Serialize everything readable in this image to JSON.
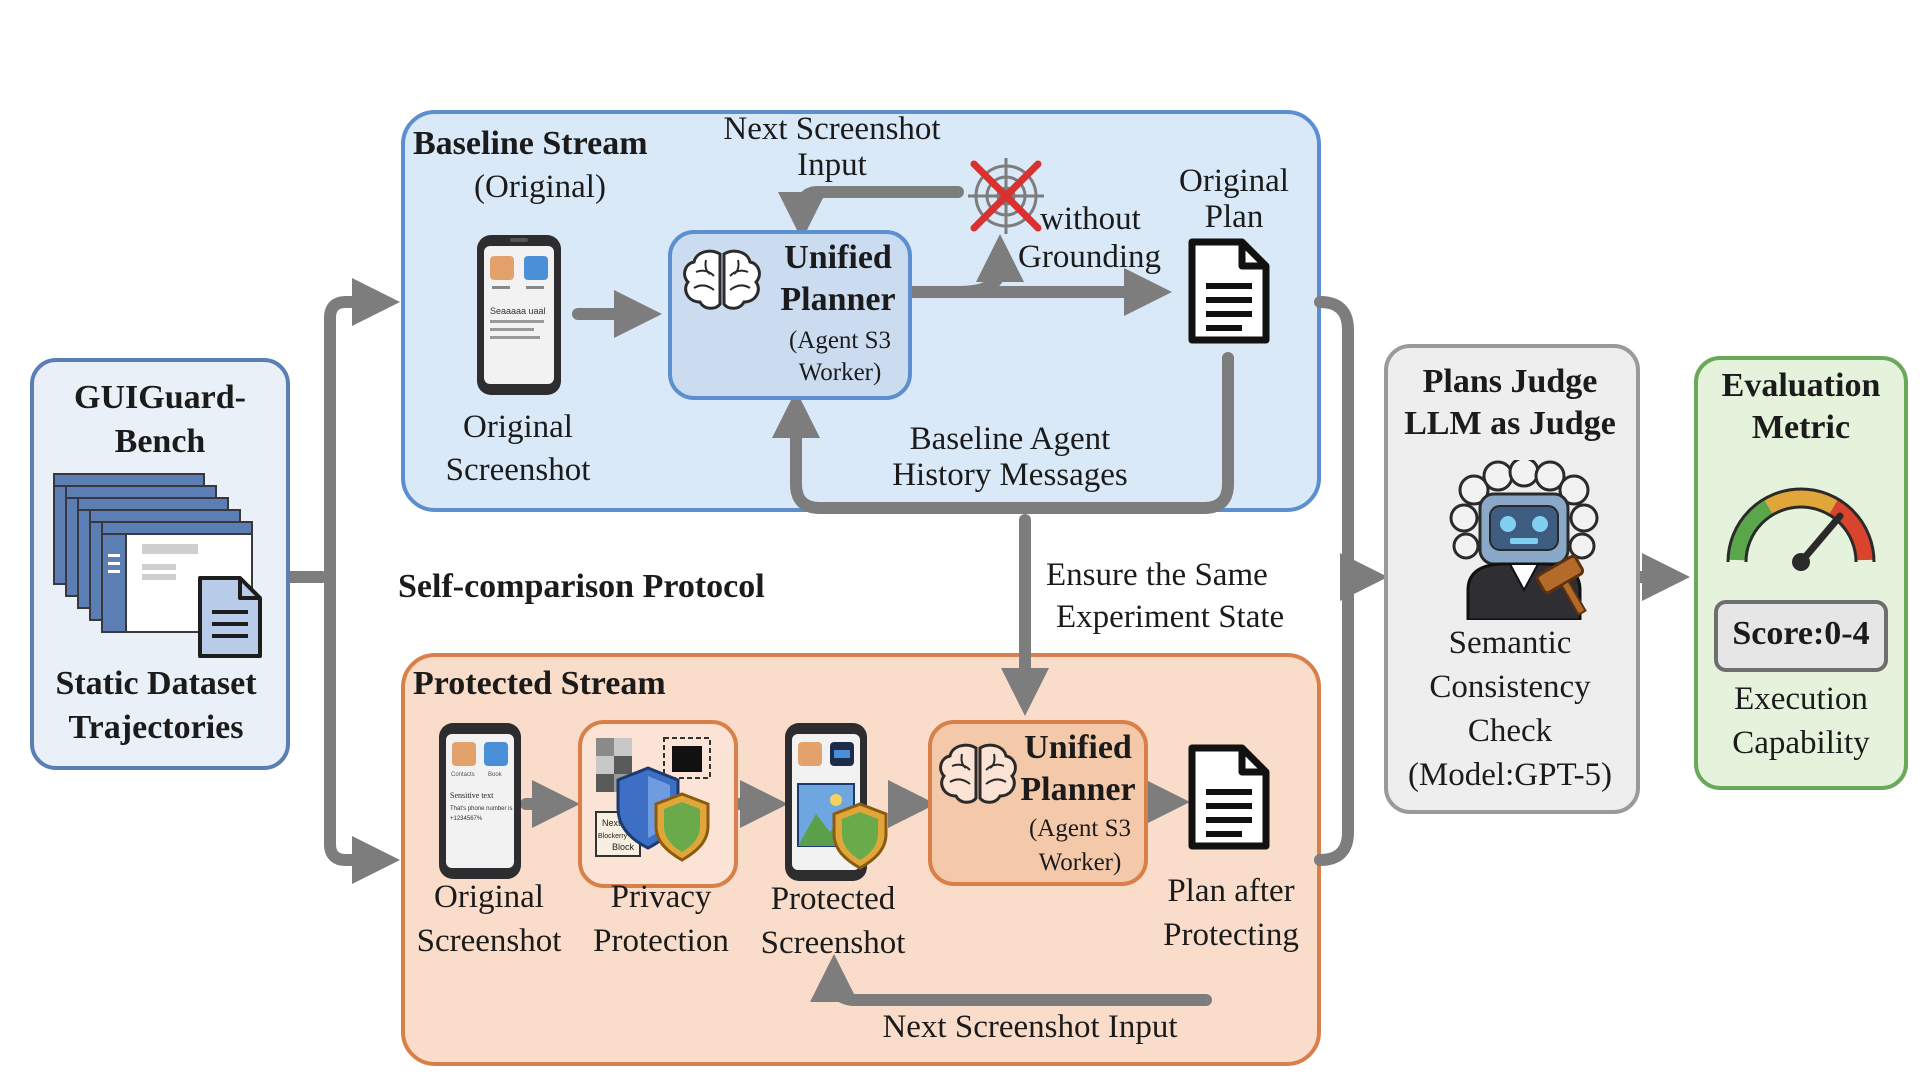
{
  "colors": {
    "arrow": "#7d7d7d",
    "baseline_fill": "#d9e9f8",
    "baseline_border": "#5b8fcf",
    "protected_fill": "#f9dcc9",
    "protected_border": "#d9804a",
    "judge_fill": "#eeeeee",
    "judge_border": "#9a9a9a",
    "metric_fill": "#e5f3dc",
    "metric_border": "#6aa85a",
    "bench_fill": "#e9f0f8",
    "bench_border": "#5b7fb5"
  },
  "bench": {
    "title_line1": "GUIGuard-",
    "title_line2": "Bench",
    "subtitle_line1": "Static Dataset",
    "subtitle_line2": "Trajectories"
  },
  "protocol_label": "Self-comparison Protocol",
  "baseline": {
    "title": "Baseline Stream",
    "subtitle": "(Original)",
    "screenshot_line1": "Original",
    "screenshot_line2": "Screenshot",
    "planner_line1": "Unified",
    "planner_line2": "Planner",
    "planner_sub1": "(Agent S3",
    "planner_sub2": "Worker)",
    "next_input_line1": "Next Screenshot",
    "next_input_line2": "Input",
    "without_line1": "without",
    "without_line2": "Grounding",
    "plan_line1": "Original",
    "plan_line2": "Plan",
    "history_line1": "Baseline Agent",
    "history_line2": "History Messages"
  },
  "ensure": {
    "line1": "Ensure the  Same",
    "line2": "Experiment State"
  },
  "protected": {
    "title": "Protected Stream",
    "original_line1": "Original",
    "original_line2": "Screenshot",
    "privacy_line1": "Privacy",
    "privacy_line2": "Protection",
    "protected_line1": "Protected",
    "protected_line2": "Screenshot",
    "planner_line1": "Unified",
    "planner_line2": "Planner",
    "planner_sub1": "(Agent S3",
    "planner_sub2": "Worker)",
    "plan_line1": "Plan after",
    "plan_line2": "Protecting",
    "next_input": "Next Screenshot Input"
  },
  "judge": {
    "title_line1": "Plans Judge",
    "title_line2": "LLM as Judge",
    "check_line1": "Semantic",
    "check_line2": "Consistency",
    "check_line3": "Check",
    "check_line4": "(Model:GPT-5)"
  },
  "metric": {
    "title_line1": "Evaluation",
    "title_line2": "Metric",
    "score": "Score:0-4",
    "caption_line1": "Execution",
    "caption_line2": "Capability"
  },
  "phone_text": {
    "baseline_caption": "Seaaaaa uaal",
    "sensitive": "Sensitive text",
    "sensitive_detail1": "That's phone number is",
    "sensitive_detail2": "+1234567%",
    "block_line1": "Next",
    "block_line2": "Blockerry",
    "block_line3": "Block",
    "app_label1": "Contacts",
    "app_label2": "Book"
  }
}
